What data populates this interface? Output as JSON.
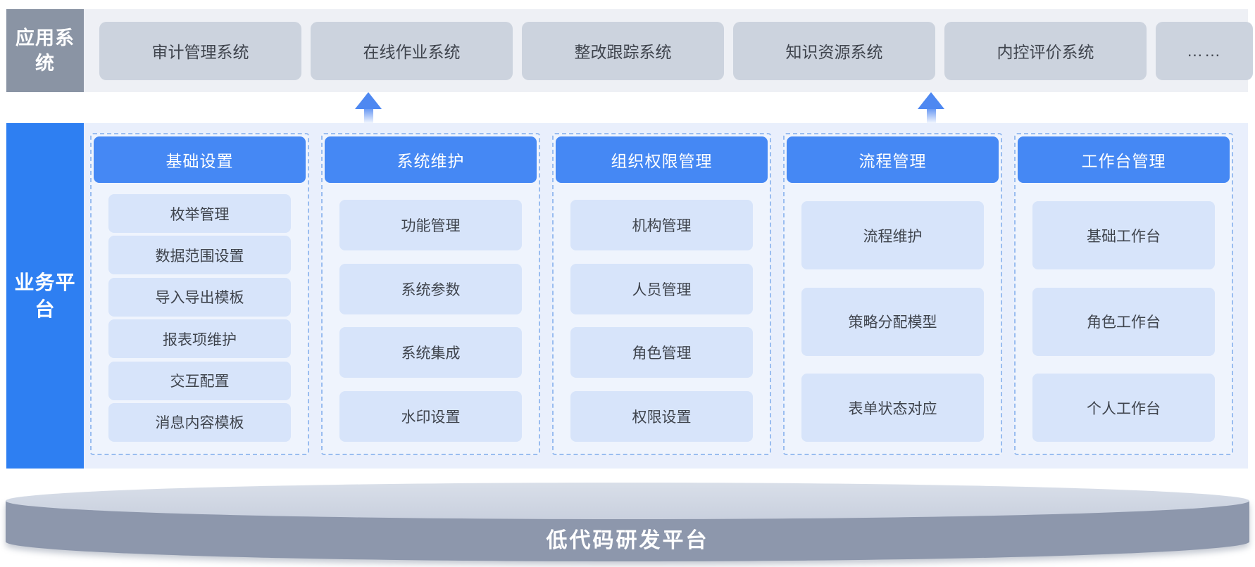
{
  "app_systems": {
    "label": "应用系统",
    "systems": [
      "审计管理系统",
      "在线作业系统",
      "整改跟踪系统",
      "知识资源系统",
      "内控评价系统",
      "……"
    ]
  },
  "business_platform": {
    "label": "业务平台",
    "columns": [
      {
        "header": "基础设置",
        "items": [
          "枚举管理",
          "数据范围设置",
          "导入导出模板",
          "报表项维护",
          "交互配置",
          "消息内容模板"
        ]
      },
      {
        "header": "系统维护",
        "items": [
          "功能管理",
          "系统参数",
          "系统集成",
          "水印设置"
        ]
      },
      {
        "header": "组织权限管理",
        "items": [
          "机构管理",
          "人员管理",
          "角色管理",
          "权限设置"
        ]
      },
      {
        "header": "流程管理",
        "items": [
          "流程维护",
          "策略分配模型",
          "表单状态对应"
        ]
      },
      {
        "header": "工作台管理",
        "items": [
          "基础工作台",
          "角色工作台",
          "个人工作台"
        ]
      }
    ]
  },
  "foundation": {
    "label": "低代码研发平台"
  },
  "colors": {
    "accent_blue": "#4588f4",
    "sidebar_blue": "#2e7ff2",
    "arrow_blue": "#4e88f1",
    "label_gray": "#8a94a4",
    "app_box_gray": "#ccd3de",
    "item_blue": "#d7e4fa",
    "column_bg": "#eff4fd",
    "column_border": "#9abdf0",
    "section_bg": "#e9effc",
    "app_row_bg": "#eef0f5",
    "cylinder_face": "#8d97ac",
    "cylinder_top": "#c9d0de",
    "text_dark": "#3f444d"
  }
}
